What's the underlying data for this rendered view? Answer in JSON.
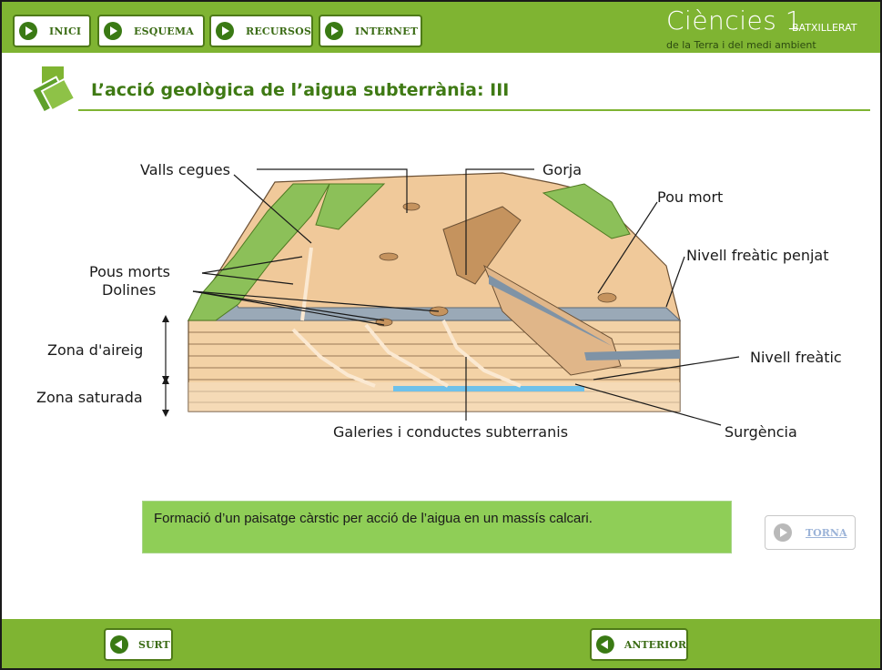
{
  "nav": [
    {
      "label": "INICI"
    },
    {
      "label": "ESQUEMA"
    },
    {
      "label": "RECURSOS"
    },
    {
      "label": "INTERNET"
    }
  ],
  "brand": {
    "title": "Ciències 1",
    "level": "BATXILLERAT",
    "subtitle": "de la Terra i del medi ambient"
  },
  "page_title": "L’acció geològica de l’aigua subterrània: III",
  "diagram": {
    "labels": {
      "valls_cegues": "Valls cegues",
      "gorja": "Gorja",
      "pou_mort": "Pou mort",
      "nivell_penjat": "Nivell freàtic penjat",
      "pous_morts": "Pous morts",
      "dolines": "Dolines",
      "zona_aireig": "Zona d'aireig",
      "zona_saturada": "Zona saturada",
      "nivell_freatic": "Nivell freàtic",
      "galeries": "Galeries i conductes subterranis",
      "surgencia": "Surgència"
    }
  },
  "caption": "Formació d’un paisatge càrstic per acció de l’aigua en un massís calcari.",
  "torna_label": "TORNA",
  "footer": {
    "surt_label": "SURT",
    "anterior_label": "ANTERIOR"
  },
  "colors": {
    "bar_green": "#7fb432",
    "title_green": "#3f7a14",
    "caption_green": "#8fce57",
    "rock_tan": "#f0c99a",
    "vegetation": "#8cc059",
    "water": "#6ec1ea"
  }
}
